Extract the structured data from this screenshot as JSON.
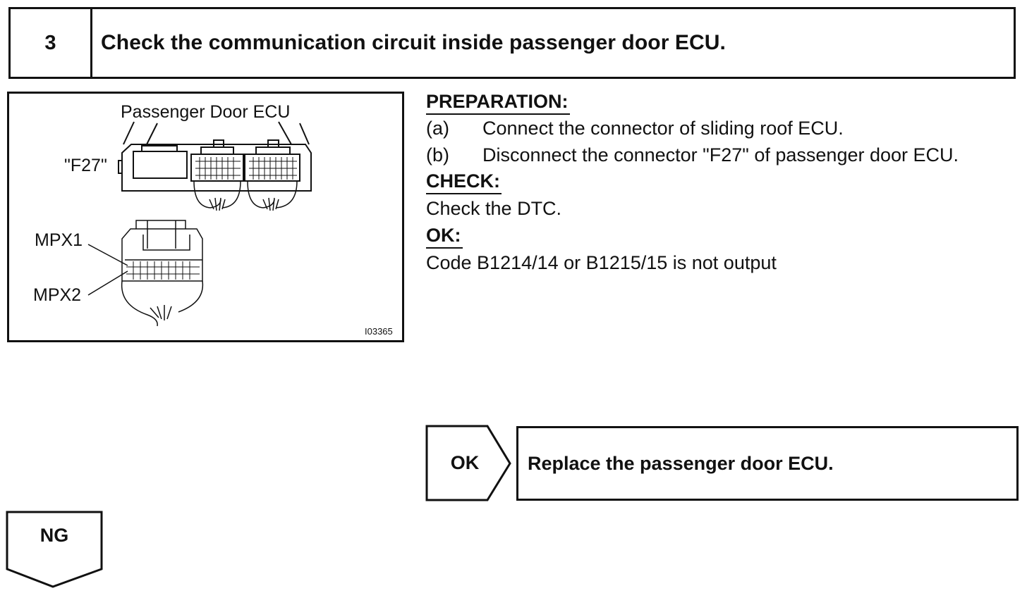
{
  "step": {
    "number": "3",
    "title": "Check the communication circuit inside passenger door ECU."
  },
  "figure": {
    "title": "Passenger Door ECU",
    "connector_label": "\"F27\"",
    "pin_labels": [
      "MPX1",
      "MPX2"
    ],
    "figure_id": "I03365"
  },
  "preparation": {
    "heading": "PREPARATION:",
    "items": [
      {
        "marker": "(a)",
        "text": "Connect the connector of sliding roof ECU."
      },
      {
        "marker": "(b)",
        "text": "Disconnect the connector \"F27\" of passenger door ECU."
      }
    ]
  },
  "check": {
    "heading": "CHECK:",
    "text": "Check the DTC."
  },
  "ok": {
    "heading": "OK:",
    "text": "Code B1214/14 or B1215/15 is not output"
  },
  "flow": {
    "ok_label": "OK",
    "ok_result": "Replace the passenger door ECU.",
    "ng_label": "NG"
  }
}
